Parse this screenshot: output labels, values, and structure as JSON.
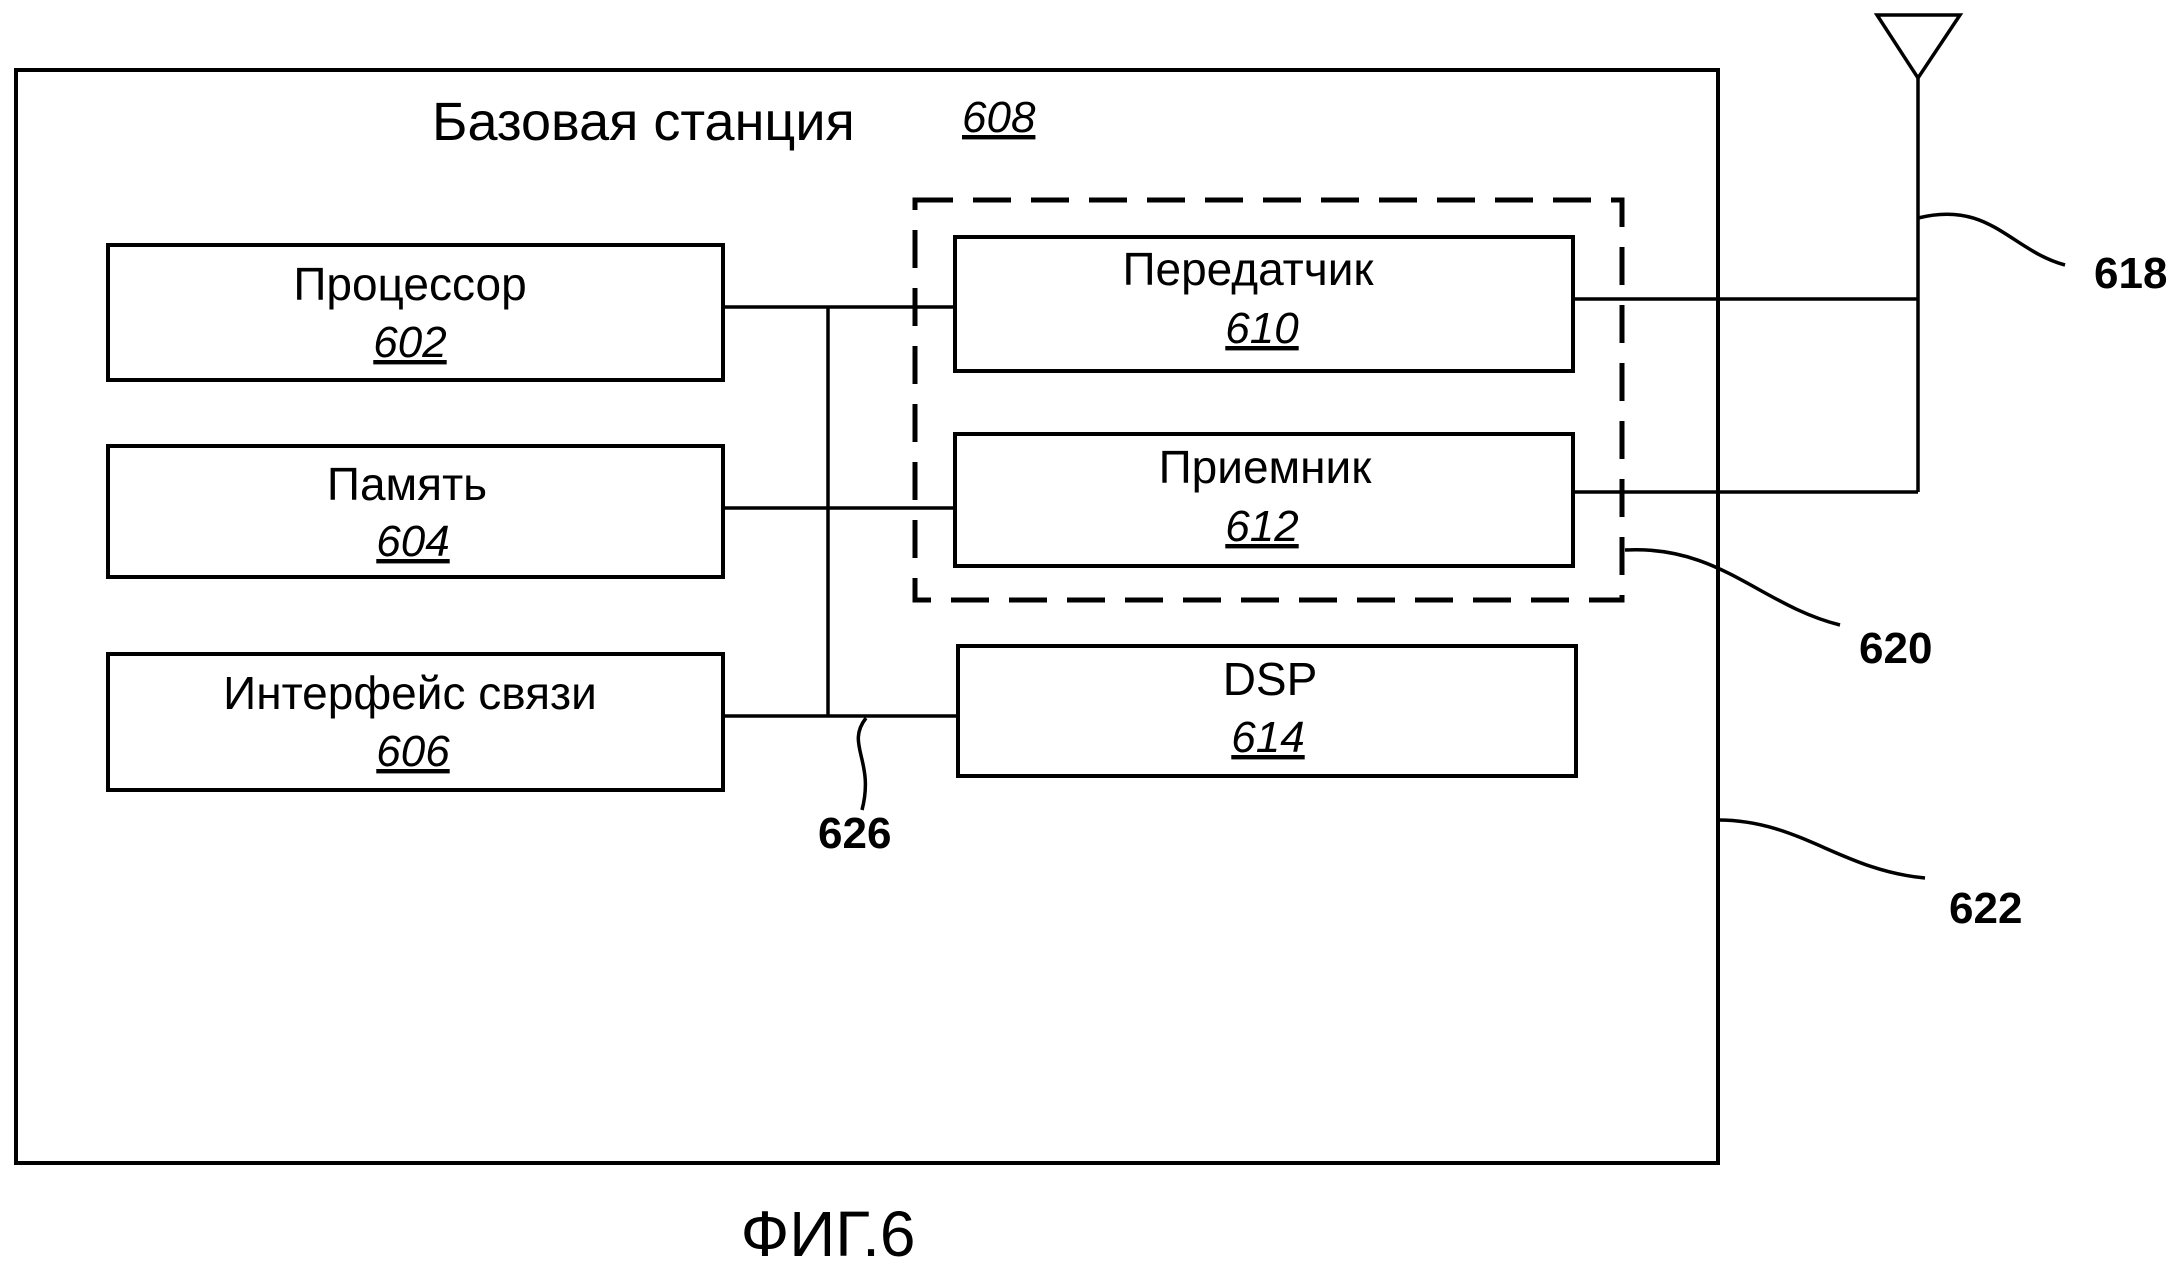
{
  "base_station": {
    "title": "Базовая станция",
    "ref": "608"
  },
  "blocks": {
    "processor": {
      "label": "Процессор",
      "ref": "602"
    },
    "memory": {
      "label": "Память",
      "ref": "604"
    },
    "comm_interface": {
      "label": "Интерфейс связи",
      "ref": "606"
    },
    "transmitter": {
      "label": "Передатчик",
      "ref": "610"
    },
    "receiver": {
      "label": "Приемник",
      "ref": "612"
    },
    "dsp": {
      "label": "DSP",
      "ref": "614"
    }
  },
  "callouts": {
    "antenna": "618",
    "transceiver": "620",
    "outline": "622",
    "bus": "626"
  },
  "caption": "ФИГ.6"
}
